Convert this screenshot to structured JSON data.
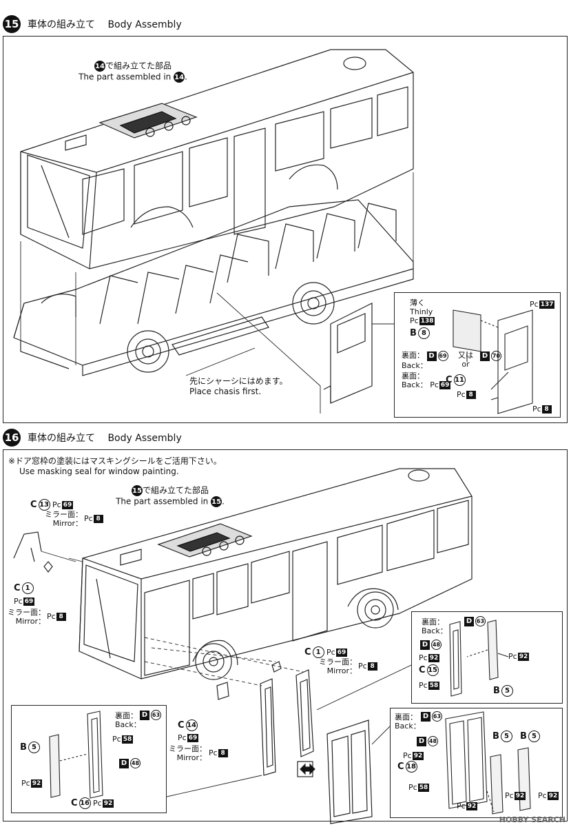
{
  "step15": {
    "number": "15",
    "title_jp": "車体の組み立て",
    "title_en": "Body Assembly",
    "ref_note_jp": "で組み立てた部品",
    "ref_note_en": "The part assembled in",
    "ref_step": "14",
    "chassis_jp": "先にシャーシにはめます。",
    "chassis_en": "Place chasis first.",
    "inset": {
      "thinly_jp": "薄く",
      "thinly_en": "Thinly",
      "pc138": "138",
      "b_letter": "B",
      "b_num": "8",
      "pc137": "137",
      "back_jp": "裏面：",
      "back_en": "Back：",
      "d_letter": "D",
      "d69": "69",
      "or_jp": "又は",
      "or_en": "or",
      "d70": "70",
      "back2_jp": "裏面：",
      "back2_en": "Back：",
      "pc69": "69",
      "c_letter": "C",
      "c11": "11",
      "pc8a": "8",
      "pc8b": "8"
    }
  },
  "step16": {
    "number": "16",
    "title_jp": "車体の組み立て",
    "title_en": "Body Assembly",
    "mask_note_jp": "※ドア窓枠の塗装にはマスキングシールをご活用下さい。",
    "mask_note_en": "Use masking seal for window painting.",
    "ref_note_jp": "で組み立てた部品",
    "ref_note_en": "The part assembled in",
    "ref_step": "15",
    "c13": "13",
    "pc69_a": "69",
    "mirror_jp": "ミラー面：",
    "mirror_en": "Mirror：",
    "pc8_a": "8",
    "c1_a": "1",
    "pc69_b": "69",
    "pc8_b": "8",
    "c1_b": "1",
    "pc69_c": "69",
    "pc8_c": "8",
    "c14": "14",
    "pc69_d": "69",
    "pc8_d": "8",
    "right_inset": {
      "back_jp": "裏面：",
      "back_en": "Back：",
      "d63": "63",
      "d48": "48",
      "pc92": "92",
      "c15": "15",
      "pc58": "58",
      "b5": "5"
    },
    "left_inset": {
      "back_jp": "裏面：",
      "back_en": "Back：",
      "d63": "63",
      "pc58": "58",
      "b5": "5",
      "d48": "48",
      "pc92": "92",
      "c16": "16",
      "pc92b": "92"
    },
    "br_inset": {
      "back_jp": "裏面：",
      "back_en": "Back：",
      "d63": "63",
      "d48": "48",
      "pc92a": "92",
      "c18": "18",
      "pc58": "58",
      "pc92b": "92",
      "b5a": "5",
      "b5b": "5",
      "pc92c": "92",
      "pc92d": "92"
    }
  },
  "watermark": "HOBBY SEARCH",
  "symbols": {
    "pc": "Pc",
    "B": "B",
    "C": "C",
    "D": "D"
  }
}
